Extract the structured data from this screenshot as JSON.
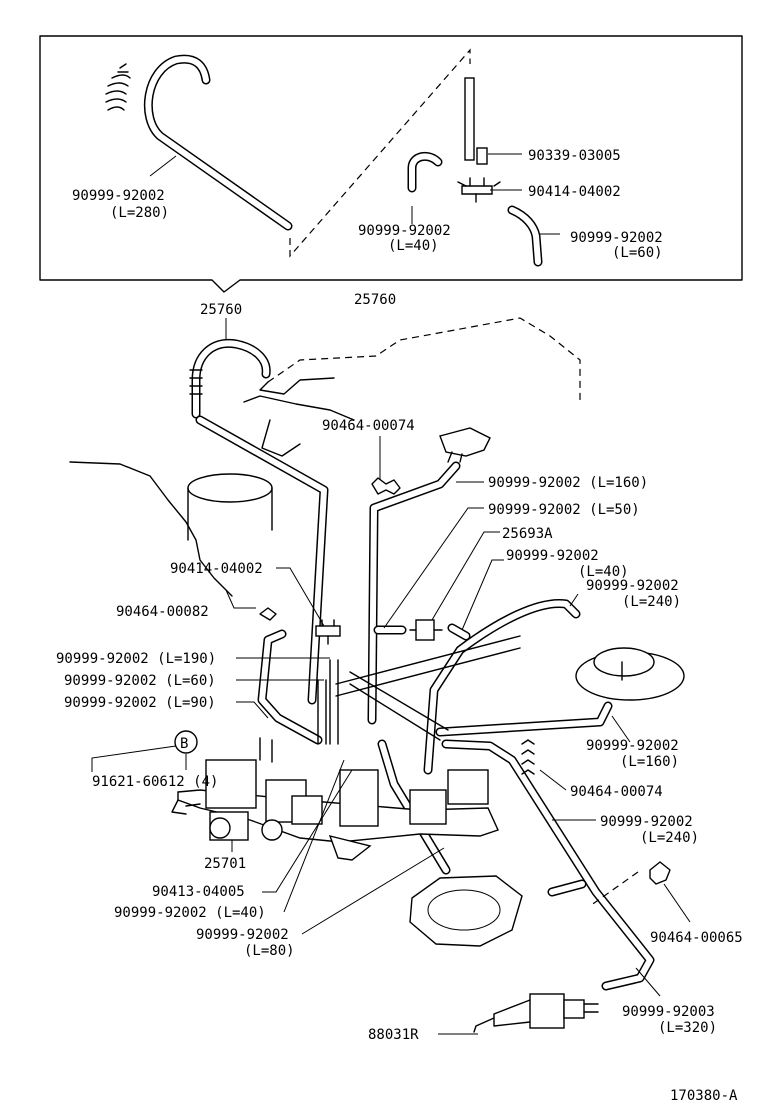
{
  "inset": {
    "parts": {
      "hose_280": [
        "90999-92002",
        "(L=280)"
      ],
      "hose_40": [
        "90999-92002",
        "(L=40)"
      ],
      "hose_60": [
        "90999-92002",
        "(L=60)"
      ],
      "p_90339": "90339-03005",
      "p_90414": "90414-04002"
    },
    "ref_left": "25760",
    "ref_right": "25760"
  },
  "parts": {
    "p_90464_00074_top": "90464-00074",
    "hose_160_top": "90999-92002 (L=160)",
    "hose_50": "90999-92002 (L=50)",
    "p_25693a": "25693A",
    "hose_40_mid": [
      "90999-92002",
      "(L=40)"
    ],
    "hose_240_top": [
      "90999-92002",
      "(L=240)"
    ],
    "p_90414_main": "90414-04002",
    "p_90464_00082": "90464-00082",
    "hose_190": "90999-92002 (L=190)",
    "hose_60_main": "90999-92002 (L=60)",
    "hose_90": "90999-92002 (L=90)",
    "callout_b": "B",
    "p_91621": "91621-60612 (4)",
    "hose_160_right": [
      "90999-92002",
      "(L=160)"
    ],
    "p_90464_00074_right": "90464-00074",
    "hose_240_right": [
      "90999-92002",
      "(L=240)"
    ],
    "p_25701": "25701",
    "p_90413": "90413-04005",
    "hose_40_bottom": "90999-92002 (L=40)",
    "hose_80": [
      "90999-92002",
      "(L=80)"
    ],
    "p_90464_00065": "90464-00065",
    "hose_320": [
      "90999-92003",
      "(L=320)"
    ],
    "p_88031r": "88031R"
  },
  "figure_id": "170380-A"
}
